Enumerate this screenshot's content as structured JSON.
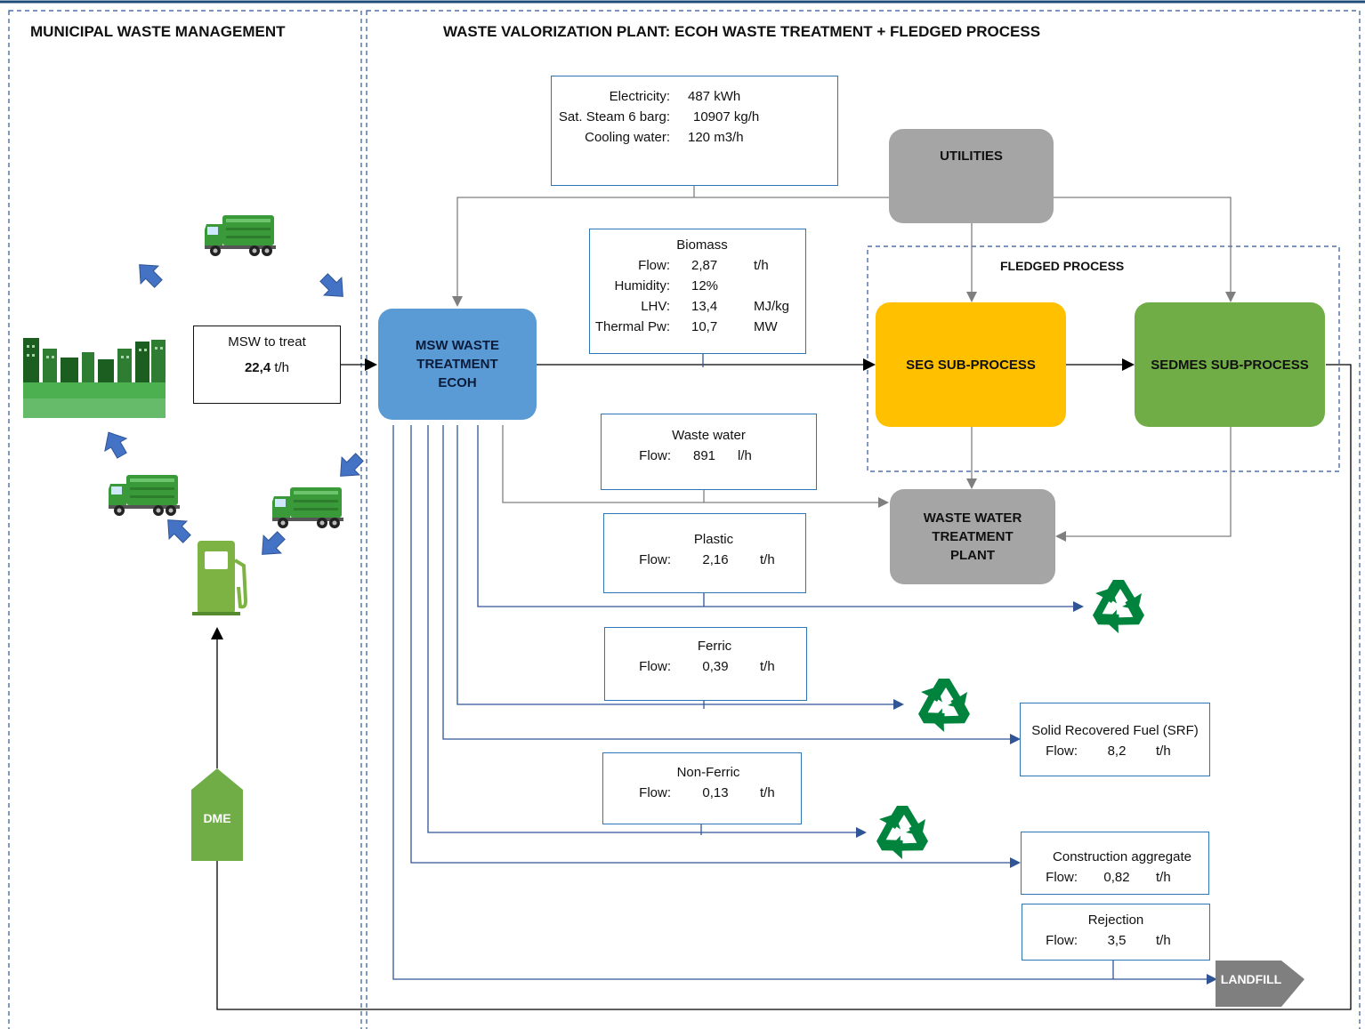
{
  "sections": {
    "left_title": "MUNICIPAL WASTE MANAGEMENT",
    "right_title": "WASTE VALORIZATION PLANT: ECOH WASTE TREATMENT + FLEDGED PROCESS",
    "fledged_label": "FLEDGED PROCESS"
  },
  "msw_input": {
    "label": "MSW to treat",
    "value": "22,4",
    "unit": "t/h"
  },
  "nodes": {
    "msw": "MSW WASTE TREATMENT ECOH",
    "utilities": "UTILITIES",
    "seg": "SEG SUB-PROCESS",
    "sedmes": "SEDMES SUB-PROCESS",
    "wwtp": "WASTE WATER TREATMENT PLANT",
    "dme": "DME",
    "landfill": "LANDFILL"
  },
  "utilities_box": {
    "rows": [
      {
        "label": "Electricity:",
        "value": "487 kWh"
      },
      {
        "label": "Sat. Steam 6 barg:",
        "value": "10907 kg/h"
      },
      {
        "label": "Cooling water:",
        "value": "120 m3/h"
      }
    ]
  },
  "biomass_box": {
    "title": "Biomass",
    "rows": [
      {
        "label": "Flow:",
        "value": "2,87",
        "unit": "t/h"
      },
      {
        "label": "Humidity:",
        "value": "12%",
        "unit": ""
      },
      {
        "label": "LHV:",
        "value": "13,4",
        "unit": "MJ/kg"
      },
      {
        "label": "Thermal Pw:",
        "value": "10,7",
        "unit": "MW"
      }
    ]
  },
  "flows": {
    "wastewater": {
      "title": "Waste water",
      "label": "Flow:",
      "value": "891",
      "unit": "l/h"
    },
    "plastic": {
      "title": "Plastic",
      "label": "Flow:",
      "value": "2,16",
      "unit": "t/h"
    },
    "ferric": {
      "title": "Ferric",
      "label": "Flow:",
      "value": "0,39",
      "unit": "t/h"
    },
    "srf": {
      "title": "Solid Recovered Fuel (SRF)",
      "label": "Flow:",
      "value": "8,2",
      "unit": "t/h"
    },
    "nonferric": {
      "title": "Non-Ferric",
      "label": "Flow:",
      "value": "0,13",
      "unit": "t/h"
    },
    "construction": {
      "title": "Construction aggregate",
      "label": "Flow:",
      "value": "0,82",
      "unit": "t/h"
    },
    "rejection": {
      "title": "Rejection",
      "label": "Flow:",
      "value": "3,5",
      "unit": "t/h"
    }
  },
  "colors": {
    "msw_box": "#5b9bd5",
    "utilities_box": "#a5a5a5",
    "seg_box": "#ffc000",
    "sedmes_box": "#70ad47",
    "dme_box": "#70ad47",
    "landfill_box": "#7f7f7f",
    "box_border": "#2e75b6",
    "arrow_blue": "#2f5597",
    "arrow_grey": "#7f7f7f",
    "recycle_green": "#00843d",
    "truck_green": "#3a9a3a",
    "city_green": "#4caf50"
  },
  "icons": [
    "recycle-icon",
    "truck-icon",
    "fuel-pump-icon",
    "city-icon",
    "chevron-arrow-icon"
  ]
}
